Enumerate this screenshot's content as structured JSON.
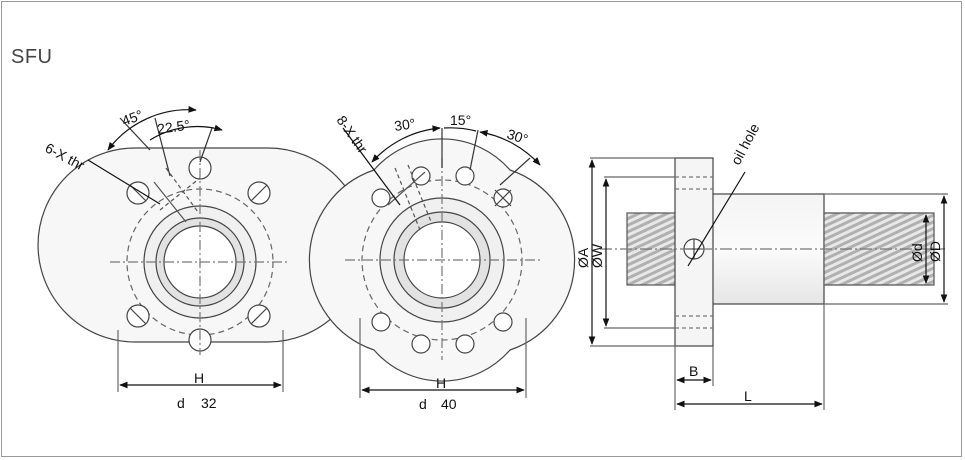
{
  "title": "SFU",
  "view1": {
    "angle_outer": "45°",
    "angle_inner": "22.5°",
    "thread_label": "6-X thr",
    "width_label": "H",
    "caption_d": "d",
    "caption_value": "32"
  },
  "view2": {
    "angle_left": "30°",
    "angle_mid": "15°",
    "angle_right": "30°",
    "thread_label": "8-X thr",
    "width_label": "H",
    "caption_d": "d",
    "caption_value": "40"
  },
  "side_view": {
    "oil_hole": "oil hole",
    "dia_A": "ØA",
    "dia_W": "ØW",
    "dia_d": "Ød",
    "dia_D": "ØD",
    "flange_B": "B",
    "length_L": "L"
  }
}
